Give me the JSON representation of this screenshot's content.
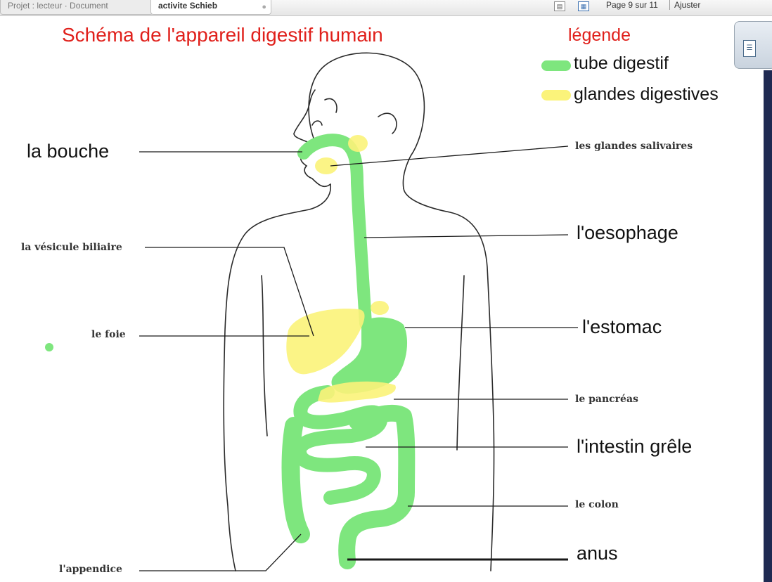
{
  "toolbar": {
    "tabs": [
      {
        "label": "Projet : lecteur · Document",
        "active": false
      },
      {
        "label": "activite Schieb",
        "active": true
      }
    ],
    "page_info": "Page 9 sur 11",
    "fit_label": "Ajuster"
  },
  "title": "Schéma de l'appareil digestif humain",
  "legend": {
    "title": "légende",
    "items": [
      {
        "label": "tube digestif",
        "color": "#7ee67e"
      },
      {
        "label": "glandes digestives",
        "color": "#fbf37a"
      }
    ]
  },
  "labels": {
    "bouche": "la bouche",
    "glandes_salivaires": "les glandes salivaires",
    "oesophage": "l'oesophage",
    "vesicule": "la vésicule biliaire",
    "foie": "le foie",
    "estomac": "l'estomac",
    "pancreas": "le pancréas",
    "intestin": "l'intestin grêle",
    "colon": "le colon",
    "appendice": "l'appendice",
    "anus": "anus"
  },
  "colors": {
    "title_red": "#e0201b",
    "tube_green": "#7ee67e",
    "gland_yellow": "#fbf37a"
  }
}
